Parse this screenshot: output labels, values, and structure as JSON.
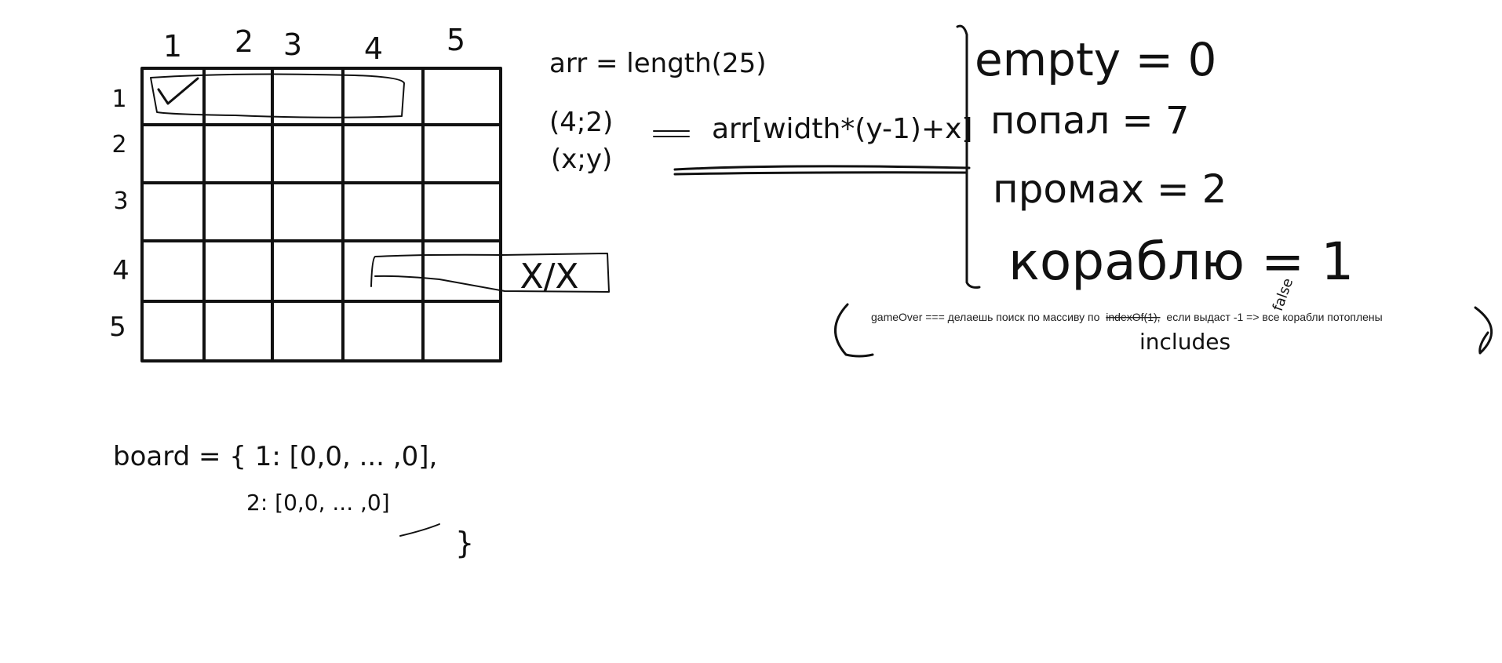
{
  "grid": {
    "col_labels": [
      "1",
      "2",
      "3",
      "4",
      "5"
    ],
    "row_labels": [
      "1",
      "2",
      "3",
      "4",
      "5"
    ],
    "hit_mark": "✓",
    "miss_marks": "X/X"
  },
  "notes": {
    "arr_length": "arr = length(25)",
    "coord_top": "(4;2)",
    "coord_bottom": "(x;y)",
    "index_formula": "arr[width*(y-1)+x]",
    "state_empty": "empty = 0",
    "state_hit": "попал = 7",
    "state_miss": "промах = 2",
    "state_ship": "кораблю = 1",
    "game_over_before": "gameOver === делаешь поиск по массиву по",
    "game_over_struck": "indexOf(1),",
    "game_over_after": "если выдаст -1 => все корабли потоплены",
    "false_word": "false",
    "includes_word": "includes",
    "board_line1": "board = { 1: [0,0, ... ,0],",
    "board_line2": "2: [0,0, ... ,0]",
    "board_close": "}"
  }
}
